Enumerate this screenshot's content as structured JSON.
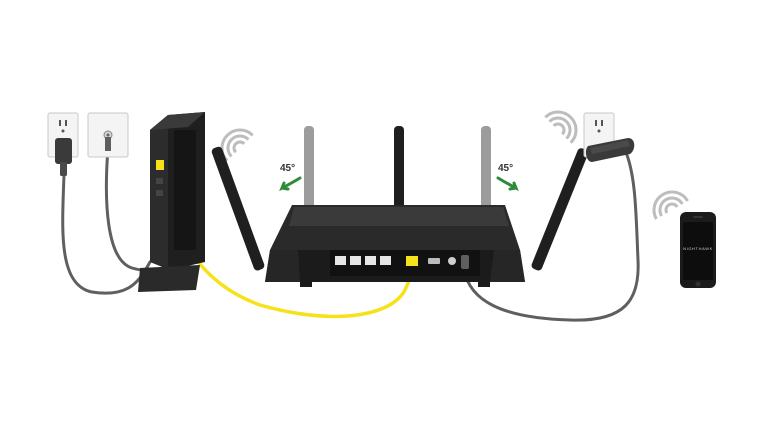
{
  "angles": {
    "left": "45°",
    "right": "45°"
  },
  "phone": {
    "brand": "NIGHTHAWK"
  },
  "colors": {
    "ethernet_cable": "#f5e21b",
    "power_cable": "#5f5f5f",
    "device_body": "#1f1f1f",
    "antenna_gray": "#9c9c9c",
    "arrow_green": "#2e8b3a",
    "wall_plate": "#f4f4f4"
  },
  "icons": [
    "wifi-icon",
    "power-outlet-icon",
    "coax-wall-plate-icon",
    "rotate-arrow-icon"
  ]
}
